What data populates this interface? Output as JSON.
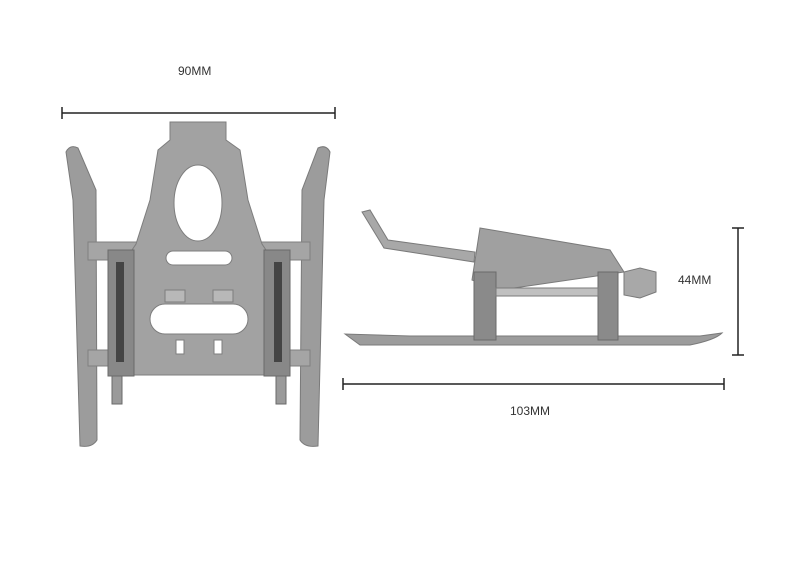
{
  "dimensions": {
    "width_label": "90MM",
    "height_label": "44MM",
    "length_label": "103MM"
  },
  "colors": {
    "product": "#9c9c9c",
    "product_dark": "#6f6f6f",
    "product_light": "#bdbdbd",
    "dimension_line": "#222222"
  }
}
